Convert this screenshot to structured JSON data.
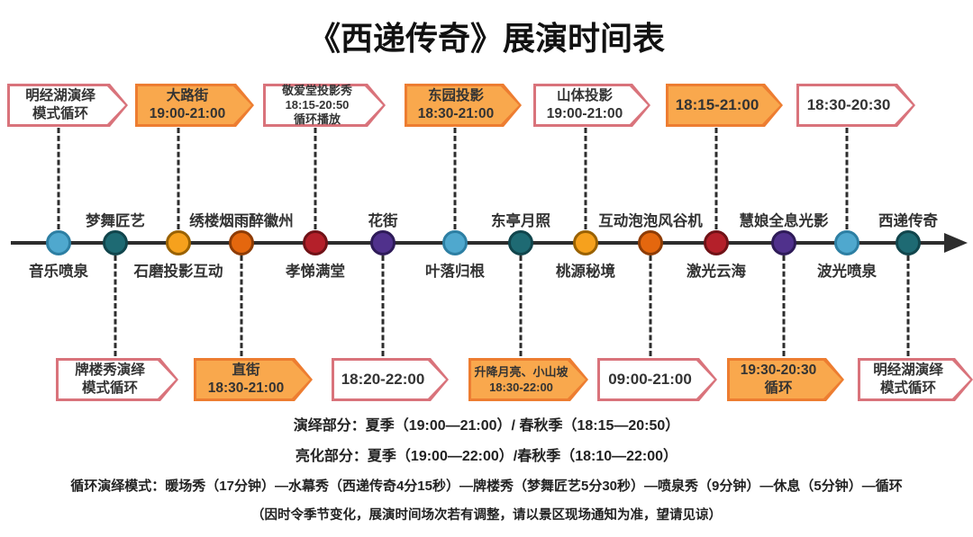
{
  "title": "《西递传奇》展演时间表",
  "stations": [
    {
      "name": "音乐喷泉",
      "dot_color": "#4FA8CE",
      "banner": {
        "style": "white",
        "position": "top",
        "lines": [
          "明经湖演绎",
          "模式循环"
        ]
      }
    },
    {
      "name": "梦舞匠艺",
      "dot_color": "#1E6A73",
      "banner": {
        "style": "white",
        "position": "bottom",
        "lines": [
          "牌楼秀演绎",
          "模式循环"
        ]
      }
    },
    {
      "name": "石磨投影互动",
      "dot_color": "#F6A11D",
      "banner": {
        "style": "orange",
        "position": "top",
        "lines": [
          "大路街",
          "19:00-21:00"
        ]
      }
    },
    {
      "name": "绣楼烟雨醉徽州",
      "dot_color": "#E4670E",
      "banner": {
        "style": "orange",
        "position": "bottom",
        "lines": [
          "直街",
          "18:30-21:00"
        ]
      }
    },
    {
      "name": "孝悌满堂",
      "dot_color": "#B4202A",
      "banner": {
        "style": "white",
        "position": "top",
        "lines": [
          "敬爱堂投影秀",
          "18:15-20:50",
          "循环播放"
        ]
      }
    },
    {
      "name": "花街",
      "dot_color": "#50318C",
      "banner": {
        "style": "white",
        "position": "bottom",
        "lines": [
          "18:20-22:00"
        ]
      }
    },
    {
      "name": "叶落归根",
      "dot_color": "#4FA8CE",
      "banner": {
        "style": "orange",
        "position": "top",
        "lines": [
          "东园投影",
          "18:30-21:00"
        ]
      }
    },
    {
      "name": "东亭月照",
      "dot_color": "#1E6A73",
      "banner": {
        "style": "orange",
        "position": "bottom",
        "lines": [
          "升降月亮、小山坡",
          "18:30-22:00"
        ]
      }
    },
    {
      "name": "桃源秘境",
      "dot_color": "#F6A11D",
      "banner": {
        "style": "white",
        "position": "top",
        "lines": [
          "山体投影",
          "19:00-21:00"
        ]
      }
    },
    {
      "name": "互动泡泡风谷机",
      "dot_color": "#E4670E",
      "banner": {
        "style": "white",
        "position": "bottom",
        "lines": [
          "09:00-21:00"
        ]
      }
    },
    {
      "name": "激光云海",
      "dot_color": "#B4202A",
      "banner": {
        "style": "orange",
        "position": "top",
        "lines": [
          "18:15-21:00"
        ]
      }
    },
    {
      "name": "慧娘全息光影",
      "dot_color": "#50318C",
      "banner": {
        "style": "orange",
        "position": "bottom",
        "lines": [
          "19:30-20:30",
          "循环"
        ]
      }
    },
    {
      "name": "波光喷泉",
      "dot_color": "#4FA8CE",
      "banner": {
        "style": "white",
        "position": "top",
        "lines": [
          "18:30-20:30"
        ]
      }
    },
    {
      "name": "西递传奇",
      "dot_color": "#1E6A73",
      "banner": {
        "style": "white",
        "position": "bottom",
        "lines": [
          "明经湖演绎",
          "模式循环"
        ]
      }
    }
  ],
  "colors": {
    "white_banner_border": "#D9737B",
    "orange_banner_fill": "#F9A84D",
    "orange_banner_border": "#ED7D31",
    "axis_line": "#2D2D2D",
    "dot_palette": [
      "#4FA8CE",
      "#1E6A73",
      "#F6A11D",
      "#E4670E",
      "#B4202A",
      "#50318C"
    ]
  },
  "footer": {
    "lines": [
      "演绎部分：夏季（19:00—21:00）/ 春秋季（18:15—20:50）",
      "亮化部分：夏季（19:00—22:00）/春秋季（18:10—22:00）",
      "循环演绎模式：暖场秀（17分钟）—水幕秀（西递传奇4分15秒）—牌楼秀（梦舞匠艺5分30秒）—喷泉秀（9分钟）—休息（5分钟）—循环",
      "（因时令季节变化，展演时间场次若有调整，请以景区现场通知为准，望请见谅）"
    ]
  }
}
